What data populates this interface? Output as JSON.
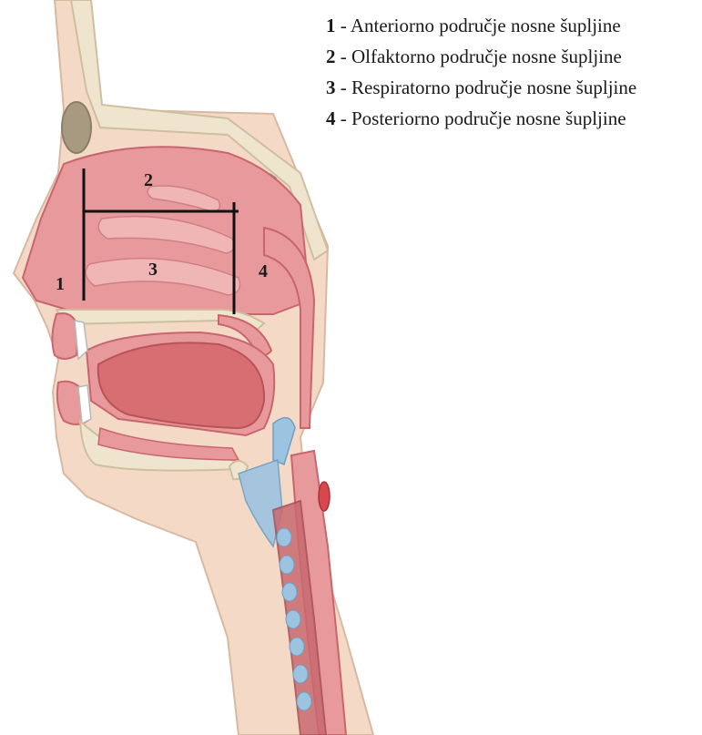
{
  "legend": [
    {
      "number": "1",
      "text": " - Anteriorno područje nosne šupljine"
    },
    {
      "number": "2",
      "text": " - Olfaktorno područje nosne šupljine"
    },
    {
      "number": "3",
      "text": " - Respiratorno područje nosne šupljine"
    },
    {
      "number": "4",
      "text": " - Posteriorno područje nosne šupljine"
    }
  ],
  "regions": {
    "r1": "1",
    "r2": "2",
    "r3": "3",
    "r4": "4"
  },
  "colors": {
    "skin": "#f3d9c6",
    "skin_edge": "#d9b8a2",
    "mucosa": "#e8999b",
    "mucosa_dark": "#c9656d",
    "concha": "#f0b5b5",
    "bone": "#efe5cf",
    "sinus": "#a79a80",
    "tongue": "#d76f72",
    "cartilage": "#9cc3e0",
    "boundary_lines": "#111111"
  }
}
